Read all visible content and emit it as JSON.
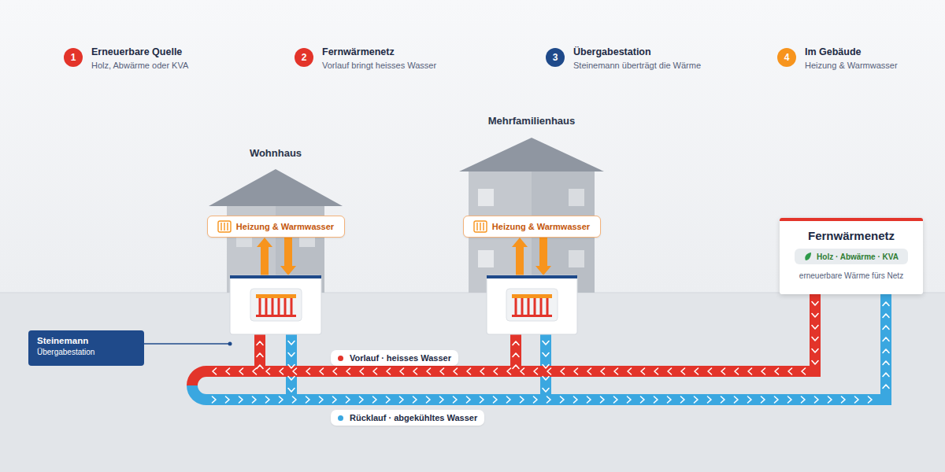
{
  "diagram": {
    "nodes": [
      {
        "text": [
          "1",
          "Erneuerbare Quelle",
          "Holz, Abwärme oder KVA"
        ]
      },
      {
        "text": [
          "2",
          "Fernwärmenetz",
          "Vorlauf bringt heisses Wasser"
        ]
      },
      {
        "text": [
          "3",
          "Übergabestation",
          "Steinemann überträgt die Wärme"
        ]
      },
      {
        "text": [
          "4",
          "Im Gebäude",
          "Heizung & Warmwasser"
        ]
      },
      {
        "text": [
          "Wohnhaus"
        ]
      },
      {
        "text": [
          "Heizung & Warmwasser"
        ],
        "in": 4
      },
      {
        "text": [
          "Mehrfamilienhaus"
        ]
      },
      {
        "text": [
          "Heizung & Warmwasser"
        ],
        "in": 6
      },
      {
        "text": [
          "Fernwärmenetz",
          "erneuerbare Wärme fürs Netz"
        ]
      },
      {
        "text": [
          "Holz · Abwärme · KVA"
        ],
        "in": 8
      },
      {
        "text": [
          "Steinemann",
          "Übergabestation"
        ]
      }
    ],
    "legend": [
      {
        "text": "Vorlauf · heisses Wasser",
        "color": "#e3342a"
      },
      {
        "text": "Rücklauf · abgekühltes Wasser",
        "color": "#3aa7e0"
      }
    ]
  }
}
